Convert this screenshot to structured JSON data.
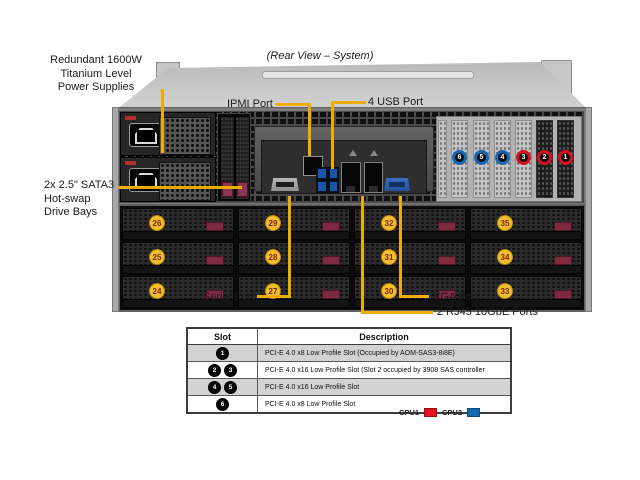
{
  "title": "(Rear View – System)",
  "callouts": {
    "psu": "Redundant 1600W\nTitanium Level\nPower Supplies",
    "ipmi": "IPMI Port",
    "usb": "4 USB Port",
    "sata": "2x 2.5\" SATA3\nHot-swap\nDrive Bays",
    "serial": "Serial Port",
    "vga": "VGA Port",
    "rj45": "2 RJ45 10GbE Ports"
  },
  "pci_slots": [
    {
      "num": "6",
      "cpu": "CPU2",
      "color": "#1668B5"
    },
    {
      "num": "5",
      "cpu": "CPU2",
      "color": "#1668B5"
    },
    {
      "num": "4",
      "cpu": "CPU2",
      "color": "#1668B5"
    },
    {
      "num": "3",
      "cpu": "CPU1",
      "color": "#D8101E"
    },
    {
      "num": "2",
      "cpu": "CPU1",
      "color": "#D8101E"
    },
    {
      "num": "1",
      "cpu": "CPU1",
      "color": "#D8101E"
    }
  ],
  "drive_bays": {
    "rows": [
      [
        "26",
        "29",
        "32",
        "35"
      ],
      [
        "25",
        "28",
        "31",
        "34"
      ],
      [
        "24",
        "27",
        "30",
        "33"
      ]
    ]
  },
  "slot_table": {
    "headers": [
      "Slot",
      "Description"
    ],
    "rows": [
      {
        "slots": [
          "1"
        ],
        "cpu": "CPU1",
        "description": "PCI-E  4.0 x8 Low Profile Slot (Occupied by AOM-SAS3-8i8E)"
      },
      {
        "slots": [
          "2",
          "3"
        ],
        "cpu": "CPU1",
        "description": "PCI-E  4.0 x16 Low Profile Slot (Slot 2 occupied by 3908 SAS controller"
      },
      {
        "slots": [
          "4",
          "5"
        ],
        "cpu": "CPU2",
        "description": "PCI-E  4.0 x16 Low Profile Slot"
      },
      {
        "slots": [
          "6"
        ],
        "cpu": "CPU2",
        "description": "PCI-E  4.0 x8 Low Profile Slot"
      }
    ]
  },
  "legend": [
    {
      "label": "CPU1",
      "color": "#E1131F"
    },
    {
      "label": "CPU2",
      "color": "#1668B5"
    }
  ],
  "colors": {
    "callout_line": "#ECAC00",
    "bay_badge": "#F2BE2C",
    "cpu1": "#E1131F",
    "cpu2": "#1668B5"
  }
}
